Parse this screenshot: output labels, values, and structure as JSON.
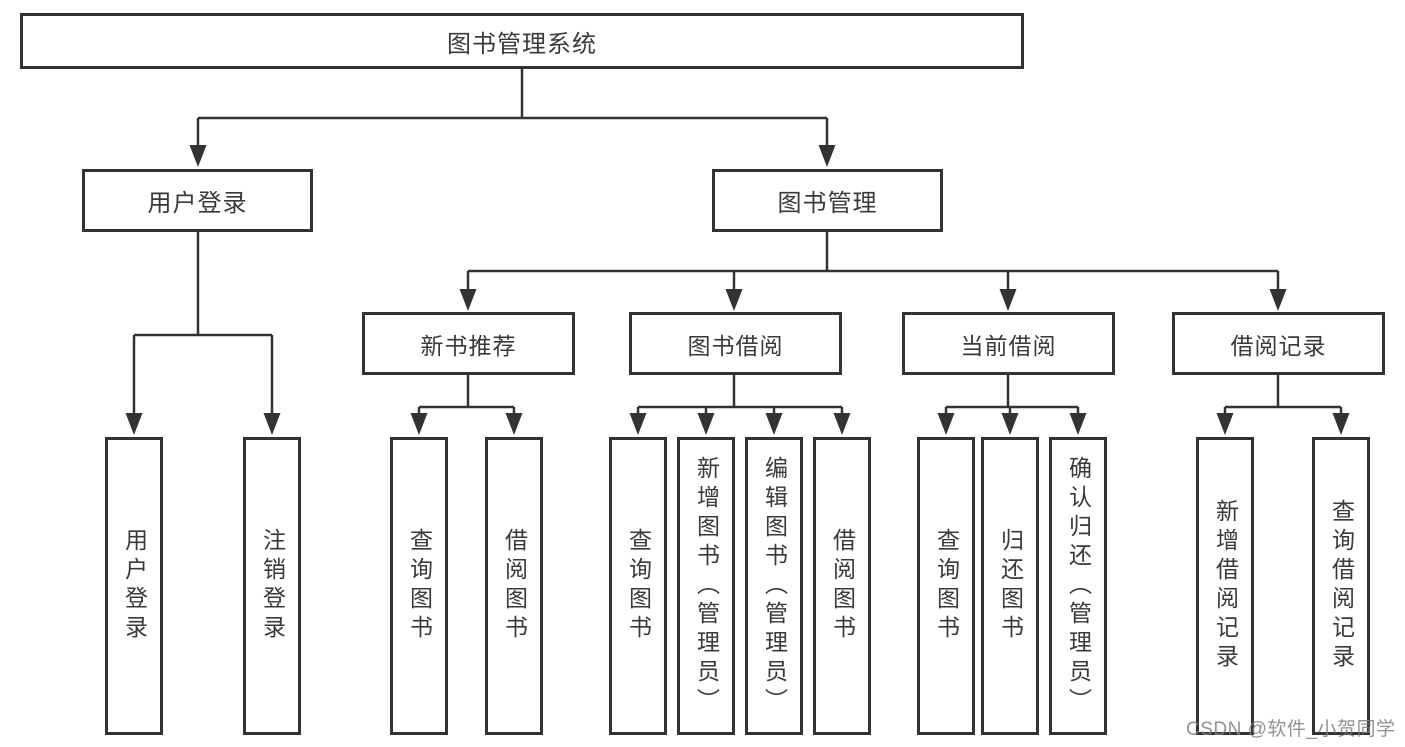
{
  "diagram": {
    "title": "图书管理系统",
    "level2": {
      "user": "用户登录",
      "book": "图书管理"
    },
    "level3": [
      "新书推荐",
      "图书借阅",
      "当前借阅",
      "借阅记录"
    ],
    "leaves": {
      "user": [
        "用户登录",
        "注销登录"
      ],
      "recommend": [
        "查询图书",
        "借阅图书"
      ],
      "borrow": [
        "查询图书",
        "新增图书（管理员）",
        "编辑图书（管理员）",
        "借阅图书"
      ],
      "current": [
        "查询图书",
        "归还图书",
        "确认归还（管理员）"
      ],
      "records": [
        "新增借阅记录",
        "查询借阅记录"
      ]
    }
  },
  "watermark": "CSDN @软件_小贺同学",
  "colors": {
    "line": "#333333",
    "text": "#3a3a3a",
    "watermark": "#808080",
    "background": "#ffffff"
  }
}
